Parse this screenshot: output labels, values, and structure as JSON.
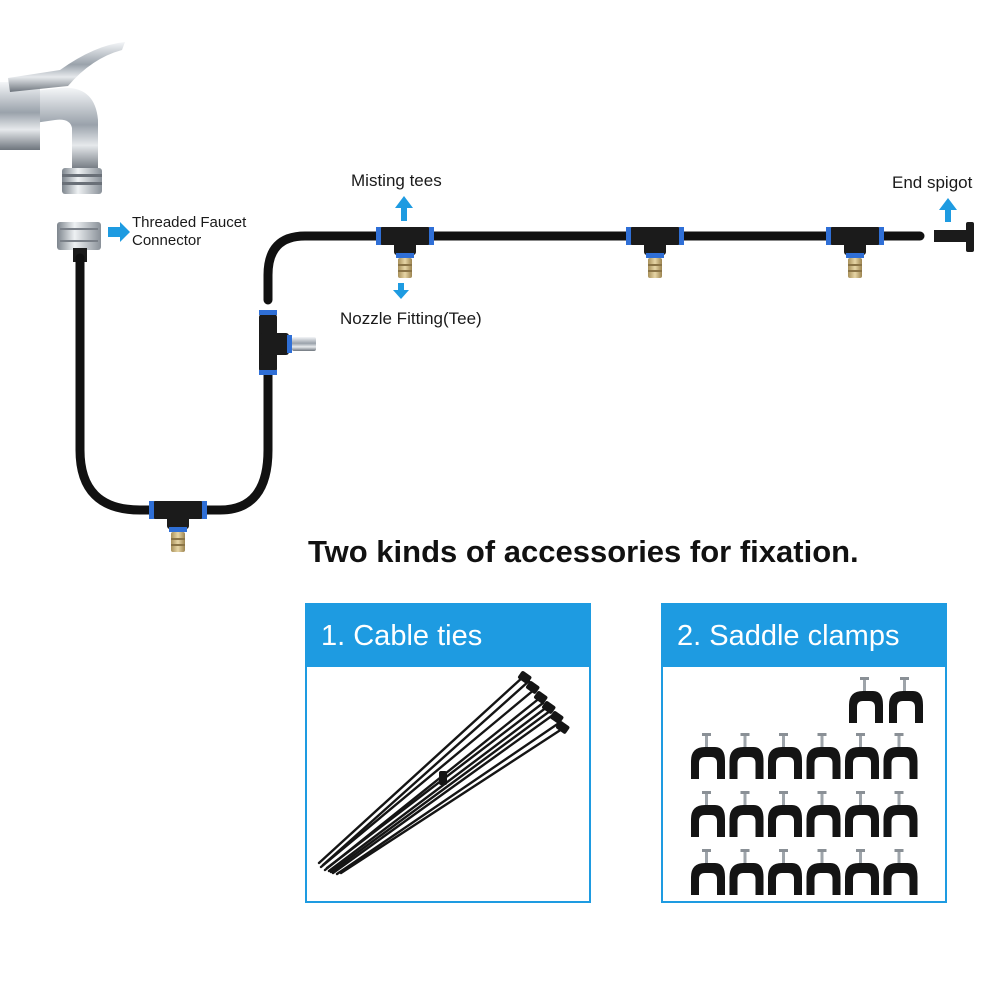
{
  "labels": {
    "faucet_connector": [
      "Threaded Faucet",
      "Connector"
    ],
    "misting_tees": "Misting tees",
    "end_spigot": "End spigot",
    "nozzle_fitting": "Nozzle Fitting(Tee)"
  },
  "headline": "Two kinds of accessories for fixation.",
  "panels": [
    {
      "title": "1. Cable ties"
    },
    {
      "title": "2. Saddle clamps"
    }
  ],
  "colors": {
    "accent": "#1e9be1",
    "tube": "#111111",
    "fitting_blue": "#2f6fd6",
    "brass": "#c9b27c"
  },
  "icons": [
    "faucet-icon",
    "arrow-icon",
    "tee-fitting-icon",
    "nozzle-icon",
    "end-plug-icon",
    "cable-tie-icon",
    "saddle-clamp-icon"
  ]
}
